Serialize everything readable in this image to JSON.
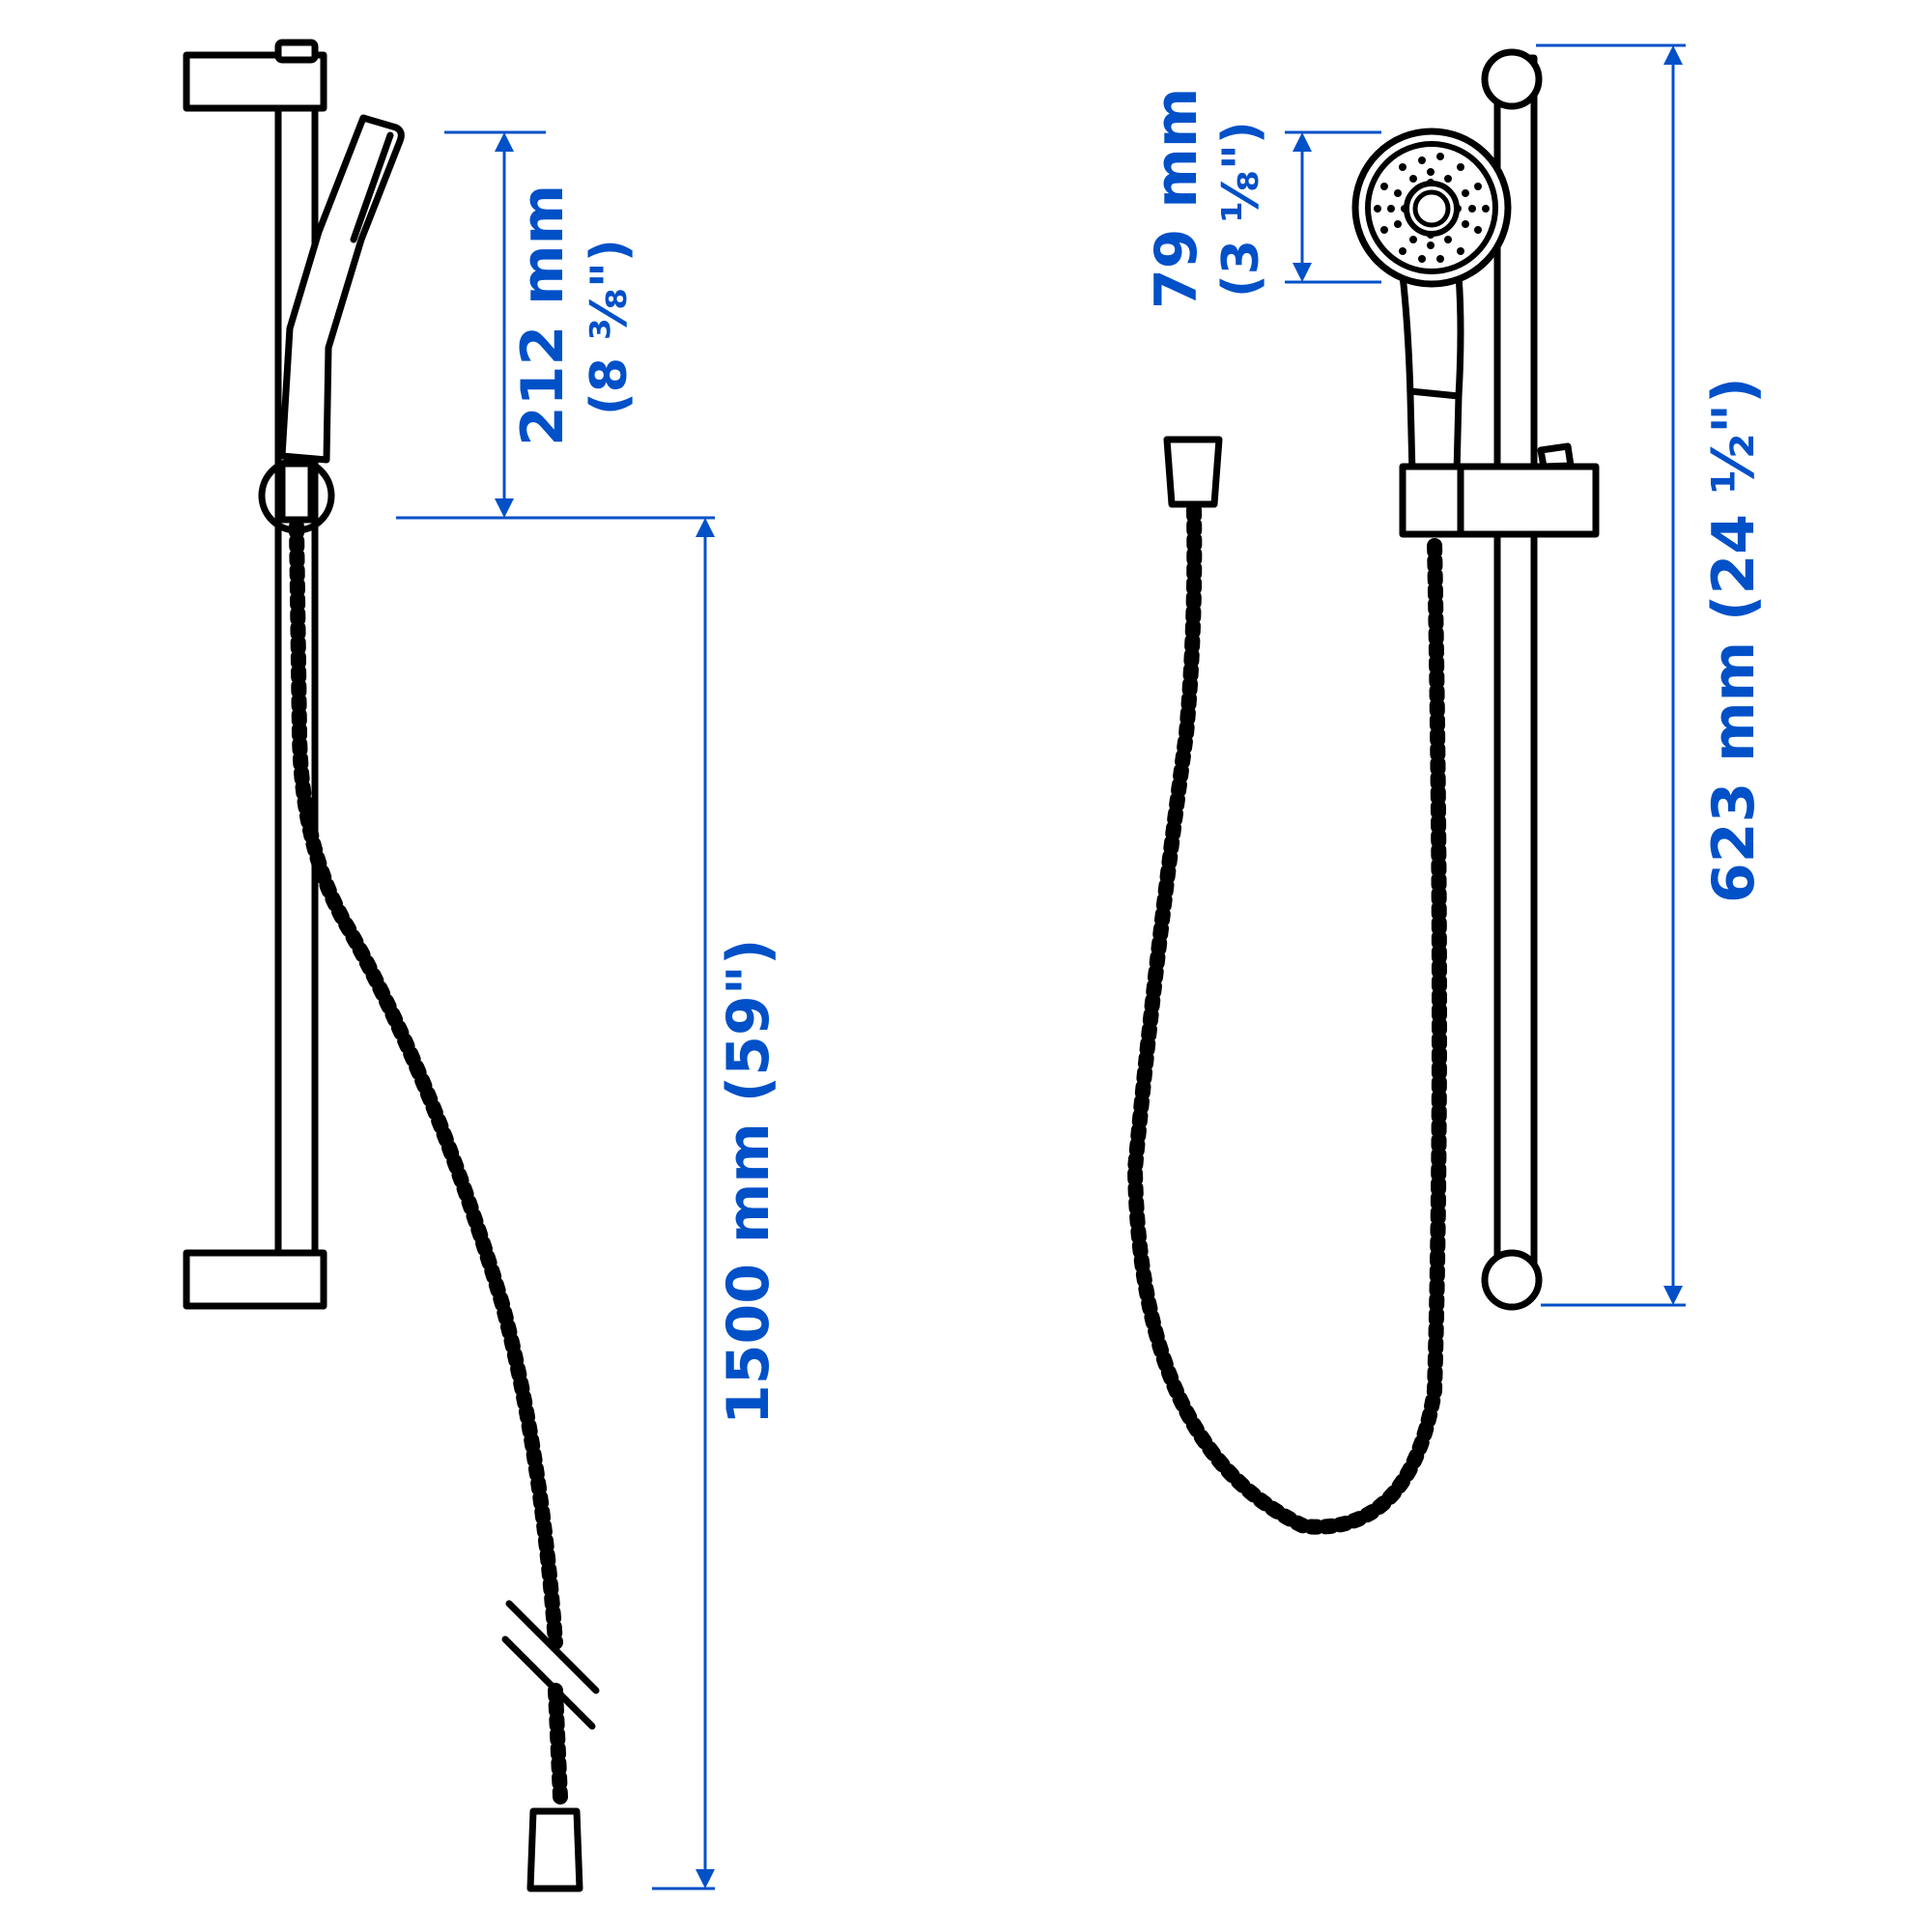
{
  "colors": {
    "dimension": "#0050c8",
    "ink": "#000000",
    "background": "#ffffff"
  },
  "left_view": {
    "description": "Side view of shower rail with handset and hose",
    "dimensions": {
      "handset_length": {
        "metric": "212 mm",
        "imperial": "(8 ⅜\")"
      },
      "hose_length": {
        "metric": "1500 mm",
        "imperial": "(59\")"
      }
    }
  },
  "right_view": {
    "description": "Front view of shower rail with handset and hose",
    "dimensions": {
      "head_diameter": {
        "metric": "79 mm",
        "imperial": "(3 ⅛\")"
      },
      "rail_length": {
        "metric": "623 mm",
        "imperial": "(24 ½\")"
      }
    }
  },
  "labels": {
    "dim_212": "212 mm",
    "dim_212_in": "(8 ⅜\")",
    "dim_1500": "1500 mm (59\")",
    "dim_79": "79 mm",
    "dim_79_in": "(3 ⅛\")",
    "dim_623": "623 mm (24 ½\")"
  }
}
